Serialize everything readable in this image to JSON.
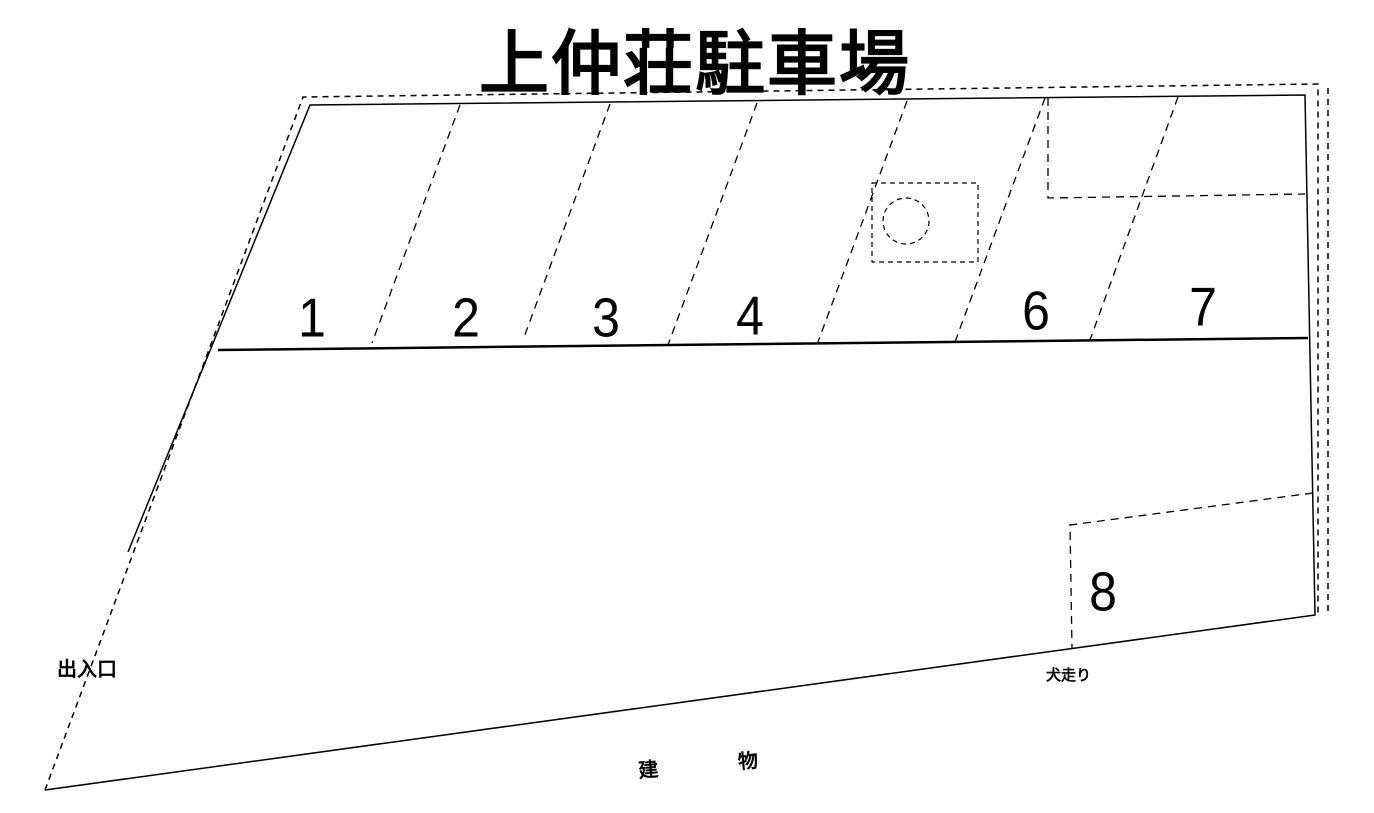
{
  "title": "上仲荘駐車場",
  "stalls": [
    "1",
    "2",
    "3",
    "4",
    "6",
    "7",
    "8"
  ],
  "entrance_label": "出入口",
  "walkway_label": "犬走り",
  "building_label": "建　物"
}
